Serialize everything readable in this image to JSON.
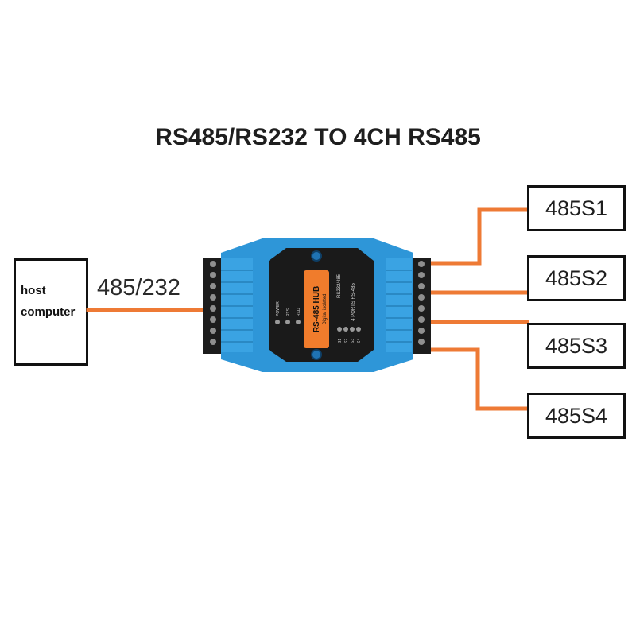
{
  "title": "RS485/RS232 TO 4CH RS485",
  "host": {
    "label": "host\ncomputer"
  },
  "link_label": "485/232",
  "device": {
    "name": "RS-485 HUB",
    "subtitle": "Digital isolated",
    "line1": "RS232/485",
    "line2": "4 PORTS RS-485",
    "leds_left": [
      "POWER",
      "RTS",
      "RXD"
    ],
    "leds_right": [
      "S1",
      "S2",
      "S3",
      "S4"
    ],
    "body_color": "#2e96d8",
    "label_color": "#f07c2c"
  },
  "ports": [
    {
      "label": "485S1"
    },
    {
      "label": "485S2"
    },
    {
      "label": "485S3"
    },
    {
      "label": "485S4"
    }
  ],
  "wire_color": "#ee7a35"
}
